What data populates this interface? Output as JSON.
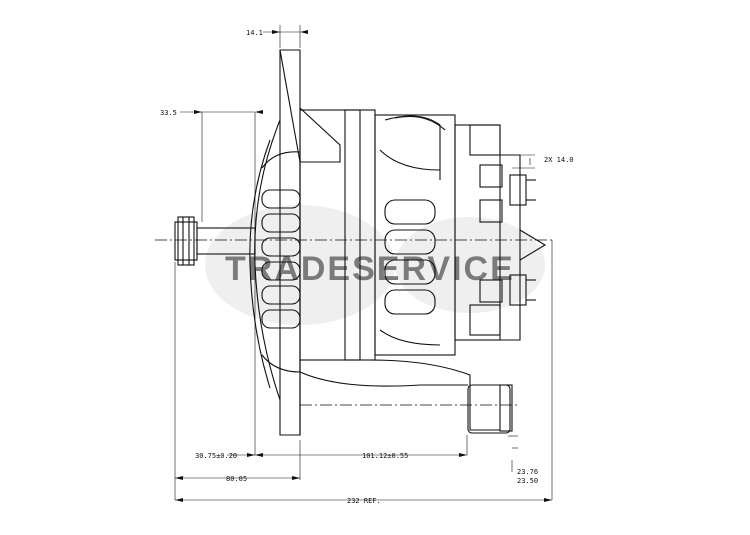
{
  "drawing": {
    "dimensions": {
      "top_width": "14.1",
      "flange_offset": "33.5",
      "terminal_spacing": "2X 14.0",
      "mount_offset": "30.75±0.20",
      "mount_span": "101.12±0.55",
      "shaft_to_mount": "80.05",
      "foot_thickness_max": "23.76",
      "foot_thickness_min": "23.50",
      "overall_length": "232 REF."
    },
    "watermark": "TRADESERVICE",
    "colors": {
      "line": "#111111",
      "watermark": "#d9d9d9"
    }
  }
}
